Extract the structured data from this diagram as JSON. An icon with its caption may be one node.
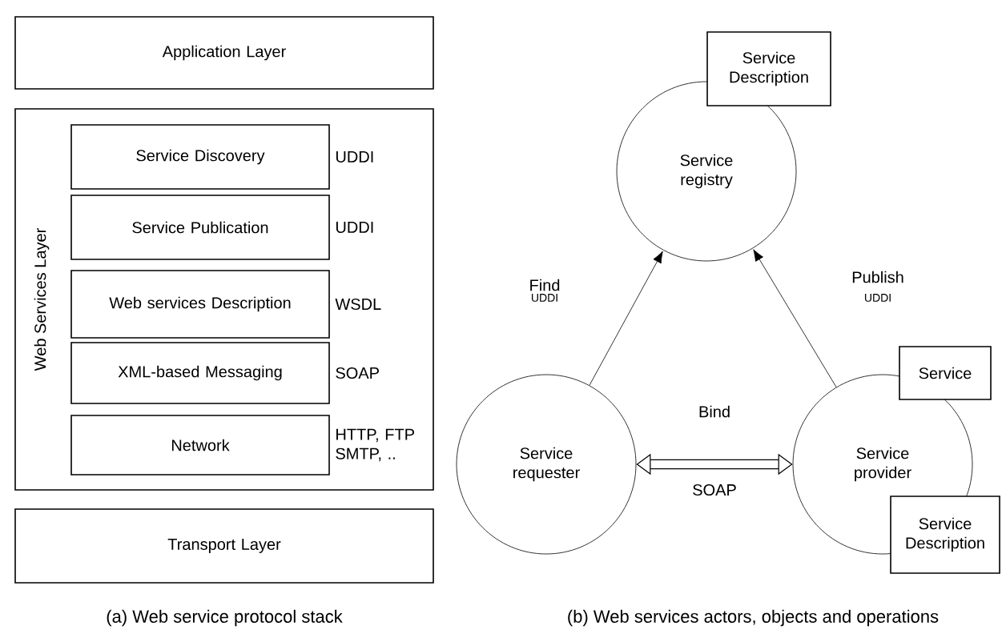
{
  "diagram": {
    "nodes": [
      {
        "text": [
          "Application Layer"
        ]
      },
      {
        "text": [
          "Web Services Layer"
        ]
      },
      {
        "text": [
          "Service Discovery"
        ],
        "in": 1,
        "beside": [
          "UDDI"
        ]
      },
      {
        "text": [
          "Service Publication"
        ],
        "in": 1,
        "beside": [
          "UDDI"
        ]
      },
      {
        "text": [
          "Web services Description"
        ],
        "in": 1,
        "beside": [
          "WSDL"
        ]
      },
      {
        "text": [
          "XML-based Messaging"
        ],
        "in": 1,
        "beside": [
          "SOAP"
        ]
      },
      {
        "text": [
          "Network"
        ],
        "in": 1,
        "beside": [
          "HTTP, FTP SMTP, .."
        ]
      },
      {
        "text": [
          "Transport Layer"
        ]
      },
      {
        "text": [
          "Service registry"
        ]
      },
      {
        "text": [
          "Service Description"
        ]
      },
      {
        "text": [
          "Service requester"
        ]
      },
      {
        "text": [
          "Service provider"
        ]
      },
      {
        "text": [
          "Service"
        ]
      },
      {
        "text": [
          "Service Description"
        ]
      }
    ],
    "edges": [
      {
        "from": 10,
        "to": 8,
        "arrow": "to",
        "label": "Find"
      },
      {
        "from": 11,
        "to": 8,
        "arrow": "to",
        "label": "Publish"
      },
      {
        "from": 10,
        "to": 11,
        "arrow": "both",
        "label": "Bind",
        "style": "thick"
      }
    ],
    "labels": [
      "UDDI",
      "UDDI",
      "SOAP",
      "(a) Web service protocol stack",
      "(b) Web services actors, objects and operations"
    ]
  }
}
